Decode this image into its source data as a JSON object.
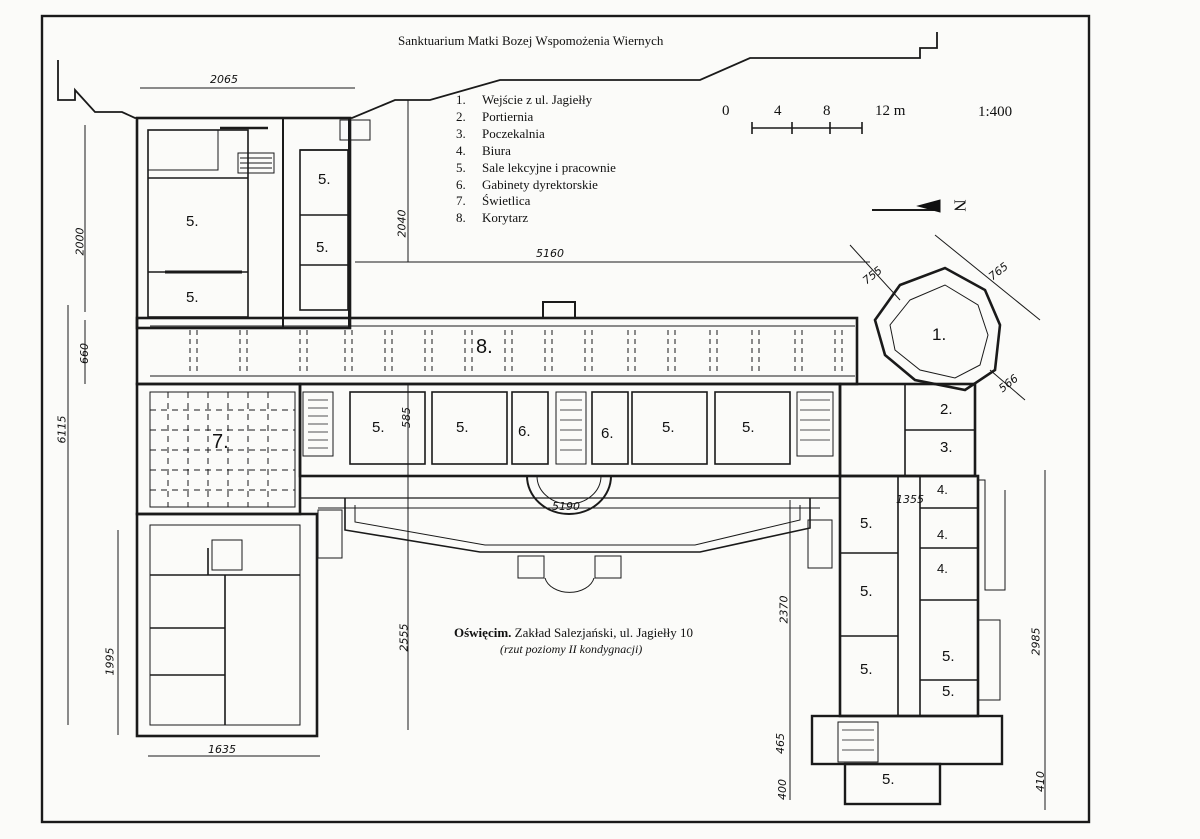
{
  "header": {
    "title": "Sanktuarium Matki Bozej Wspomożenia Wiernych"
  },
  "legend": [
    {
      "num": "1.",
      "label": "Wejście z ul. Jagiełły"
    },
    {
      "num": "2.",
      "label": "Portiernia"
    },
    {
      "num": "3.",
      "label": "Poczekalnia"
    },
    {
      "num": "4.",
      "label": "Biura"
    },
    {
      "num": "5.",
      "label": "Sale lekcyjne i pracownie"
    },
    {
      "num": "6.",
      "label": "Gabinety dyrektorskie"
    },
    {
      "num": "7.",
      "label": "Świetlica"
    },
    {
      "num": "8.",
      "label": "Korytarz"
    }
  ],
  "scale": {
    "ticks": [
      "0",
      "4",
      "8",
      "12 m"
    ],
    "ratio": "1:400"
  },
  "north": {
    "label": "N"
  },
  "caption": {
    "place": "Oświęcim.",
    "title": "Zakład Salezjański, ul. Jagiełły 10",
    "subtitle": "(rzut poziomy II kondygnacji)"
  },
  "rooms": {
    "west_top_5": "5.",
    "west_mid_5": "5.",
    "west_low_5": "5.",
    "west_bot_5": "5.",
    "korytarz_8": "8.",
    "swietlica_7": "7.",
    "south_5a": "5.",
    "south_5b": "5.",
    "gab_6a": "6.",
    "gab_6b": "6.",
    "south_5c": "5.",
    "south_5d": "5.",
    "wejscie_1": "1.",
    "portiernia_2": "2.",
    "poczekalnia_3": "3.",
    "biuro_4a": "4.",
    "biuro_4b": "4.",
    "biuro_4c": "4.",
    "east_5a": "5.",
    "east_5b": "5.",
    "east_5c": "5.",
    "east_5d": "5.",
    "east_5e": "5.",
    "east_5f": "5."
  },
  "dimensions": {
    "d2065": "2065",
    "d2000": "2000",
    "d2040": "2040",
    "d5160": "5160",
    "d755": "755",
    "d765": "765",
    "d660": "660",
    "d6115": "6115",
    "d566": "566",
    "d585": "585",
    "d1355": "1355",
    "d5190": "5190",
    "d1995": "1995",
    "d2555": "2555",
    "d2370": "2370",
    "d2985": "2985",
    "d1635": "1635",
    "d465": "465",
    "d400": "400",
    "d410": "410"
  }
}
